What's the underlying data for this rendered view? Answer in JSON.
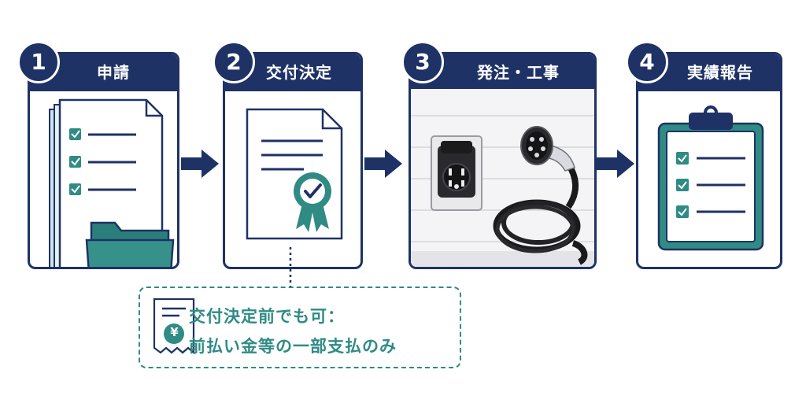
{
  "steps": [
    {
      "number": "1",
      "title": "申請"
    },
    {
      "number": "2",
      "title": "交付決定"
    },
    {
      "number": "3",
      "title": "発注・工事"
    },
    {
      "number": "4",
      "title": "実績報告"
    }
  ],
  "note": {
    "line1": "交付決定前でも可：",
    "line2": "前払い金等の一部支払のみ",
    "currency_symbol": "¥"
  },
  "colors": {
    "navy": "#1e3266",
    "teal": "#2f8b84",
    "light_teal": "#b9dcd6"
  }
}
